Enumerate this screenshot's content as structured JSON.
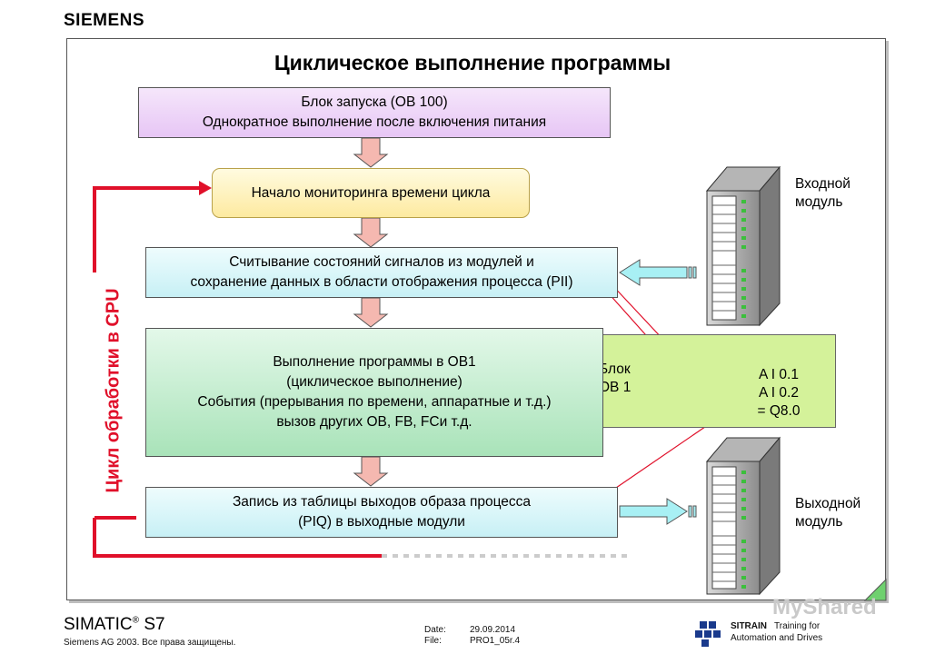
{
  "brand": "SIEMENS",
  "title": "Циклическое выполнение программы",
  "blocks": {
    "start": [
      "Блок запуска (OB 100)",
      "Однократное выполнение после включения питания"
    ],
    "monitor": "Начало мониторинга времени цикла",
    "read": [
      "Считывание состояний сигналов из модулей и",
      "сохранение данных в области отображения процесса (PII)"
    ],
    "exec": [
      "Выполнение программы в OB1",
      "(циклическое выполнение)",
      "События (прерывания по времени, аппаратные и т.д.)",
      "вызов других OB, FB, FCи т.д."
    ],
    "write": [
      "Запись из таблицы выходов образа процесса",
      "(PIQ) в выходные модули"
    ]
  },
  "cycle_label": "Цикл обработки в CPU",
  "ob1": {
    "label": [
      "Блок",
      "OB 1"
    ],
    "code": [
      "A I 0.1",
      "A I 0.2",
      "= Q8.0"
    ]
  },
  "modules": {
    "input": [
      "Входной",
      "модуль"
    ],
    "output": [
      "Выходной",
      "модуль"
    ]
  },
  "footer": {
    "product": "SIMATIC",
    "product_reg": "®",
    "product_suffix": "S7",
    "copyright": "Siemens AG 2003. Все права защищены.",
    "date_label": "Date:",
    "date_value": "29.09.2014",
    "file_label": "File:",
    "file_value": "PRO1_05r.4",
    "sitrain": "SITRAIN",
    "sitrain_text1": "Training for",
    "sitrain_text2": "Automation and Drives",
    "watermark": "MyShared"
  },
  "colors": {
    "loop_red": "#e0102a",
    "arrow_fill": "#f5b8b0",
    "cyan_arrow": "#a8f0f4"
  }
}
